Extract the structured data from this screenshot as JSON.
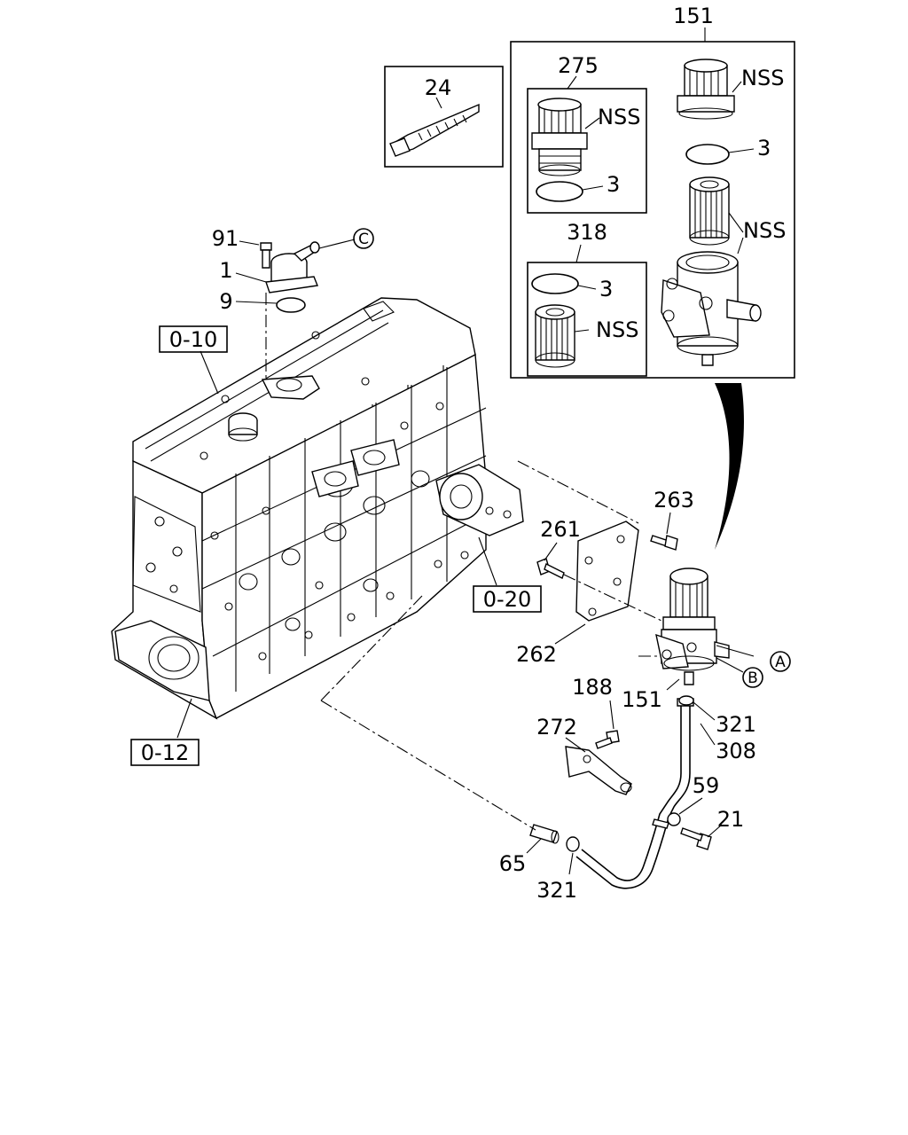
{
  "labels": {
    "l151_top": "151",
    "l275": "275",
    "nss_275": "NSS",
    "n3_275": "3",
    "nss_151_cap": "NSS",
    "n3_151": "3",
    "nss_151_filter": "NSS",
    "l318": "318",
    "n3_318": "3",
    "nss_318": "NSS",
    "l24": "24",
    "l91": "91",
    "l1": "1",
    "l9": "9",
    "circ_c": "C",
    "circ_a": "A",
    "circ_b": "B",
    "l263": "263",
    "l261": "261",
    "l262": "262",
    "l151_bottom": "151",
    "l188": "188",
    "l272": "272",
    "l321_top": "321",
    "l308": "308",
    "l59": "59",
    "l21": "21",
    "l65": "65",
    "l321_bottom": "321"
  },
  "references": {
    "ref_0_10": "0-10",
    "ref_0_20": "0-20",
    "ref_0_12": "0-12"
  }
}
